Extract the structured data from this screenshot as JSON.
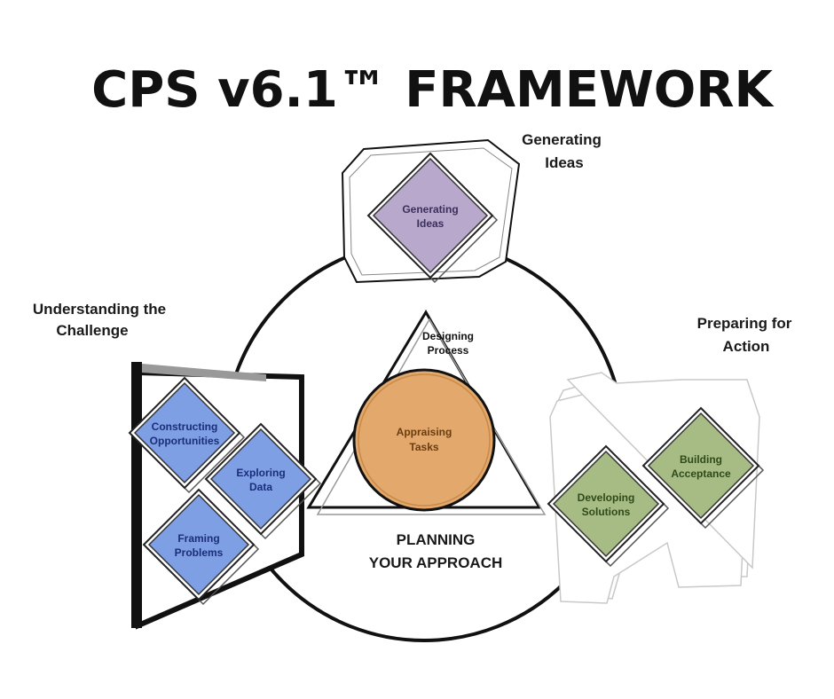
{
  "title": "CPS v6.1™  FRAMEWORK",
  "regions": {
    "generating": {
      "line1": "Generating",
      "line2": "Ideas"
    },
    "understanding": {
      "line1": "Understanding the",
      "line2": "Challenge"
    },
    "preparing": {
      "line1": "Preparing for",
      "line2": "Action"
    }
  },
  "planning": {
    "line1": "PLANNING",
    "line2": "YOUR APPROACH"
  },
  "designing": {
    "line1": "Designing",
    "line2": "Process"
  },
  "appraising": {
    "line1": "Appraising",
    "line2": "Tasks"
  },
  "diamonds": {
    "generating_ideas": {
      "line1": "Generating",
      "line2": "Ideas"
    },
    "constructing": {
      "line1": "Constructing",
      "line2": "Opportunities"
    },
    "exploring": {
      "line1": "Exploring",
      "line2": "Data"
    },
    "framing": {
      "line1": "Framing",
      "line2": "Problems"
    },
    "developing": {
      "line1": "Developing",
      "line2": "Solutions"
    },
    "building": {
      "line1": "Building",
      "line2": "Acceptance"
    }
  },
  "colors": {
    "purple_fill": "#b8a8cc",
    "blue_fill": "#7f9fe4",
    "green_fill": "#a7bb84",
    "orange_fill": "#e2a86c",
    "purple_text": "#3a2e5a",
    "blue_text": "#1a2e7a",
    "green_text": "#2f4a1a",
    "orange_text": "#6a3c12"
  }
}
